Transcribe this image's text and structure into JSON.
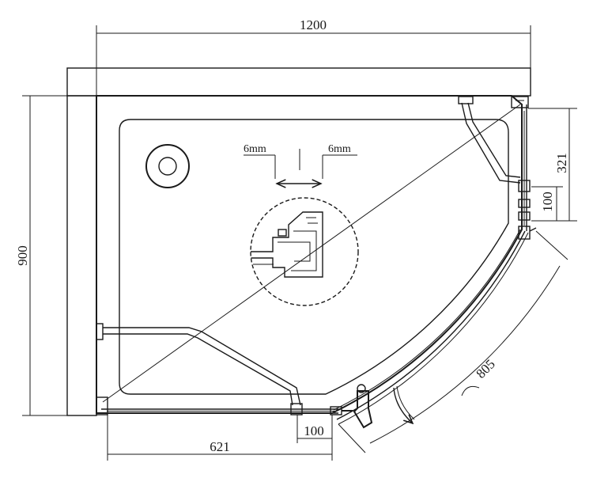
{
  "dimensions": {
    "width_top": "1200",
    "height_left": "900",
    "right_upper": "321",
    "right_lower": "100",
    "bottom_left": "621",
    "bottom_small": "100",
    "radius": "805"
  },
  "detail": {
    "gap_left": "6mm",
    "gap_right": "6mm"
  },
  "colors": {
    "line": "#1a1a1a",
    "background": "#ffffff"
  }
}
